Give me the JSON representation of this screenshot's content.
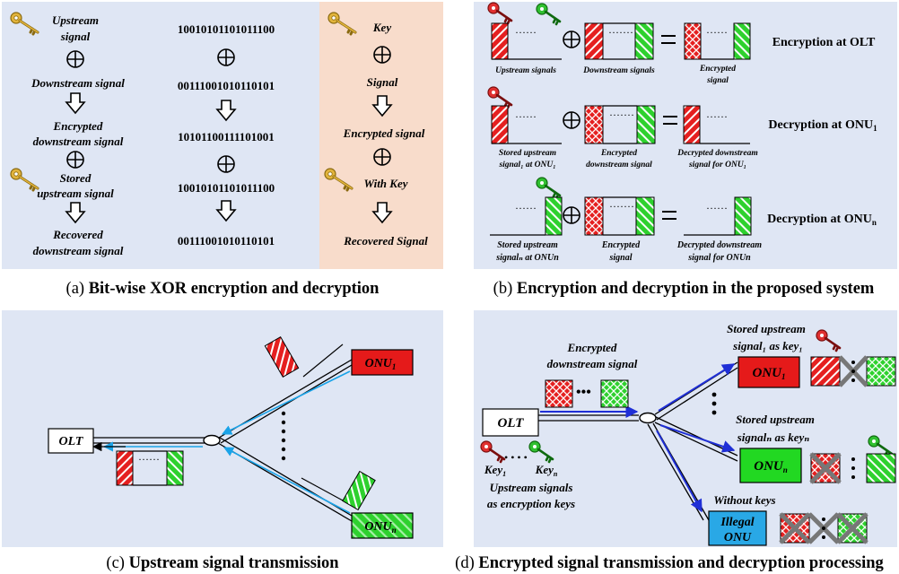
{
  "panel_a": {
    "caption_letter": "(a)",
    "caption": "Bit-wise XOR encryption and decryption",
    "col1": [
      "Upstream",
      "signal",
      "Downstream signal",
      "Encrypted",
      "downstream signal",
      "Stored",
      "upstream signal",
      "Recovered",
      "downstream signal"
    ],
    "col2": [
      "10010101101011100",
      "00111001010110101",
      "10101100111101001",
      "10010101101011100",
      "00111001010110101"
    ],
    "col3": [
      "Key",
      "Signal",
      "Encrypted signal",
      "With Key",
      "Recovered Signal"
    ]
  },
  "panel_b": {
    "caption_letter": "(b)",
    "caption": "Encryption and decryption in the proposed system",
    "rows": [
      {
        "title": "Encryption at OLT",
        "labels": [
          [
            "Upstream signals"
          ],
          [
            "Downstream signals"
          ],
          [
            "Encrypted",
            "signal"
          ]
        ]
      },
      {
        "title": "Decryption at ONU",
        "sub": "1",
        "labels": [
          [
            "Stored upstream",
            "signal₁ at ONU₁"
          ],
          [
            "Encrypted",
            "downstream signal"
          ],
          [
            "Decrypted downstream",
            "signal for ONU₁"
          ]
        ]
      },
      {
        "title": "Decryption at ONU",
        "sub": "n",
        "labels": [
          [
            "Stored upstream",
            "signalₙ at ONUn"
          ],
          [
            "Encrypted",
            "signal"
          ],
          [
            "Decrypted downstream",
            "signal for ONUn"
          ]
        ]
      }
    ]
  },
  "panel_c": {
    "caption_letter": "(c)",
    "caption": "Upstream signal transmission",
    "olt": "OLT",
    "onu1": "ONU",
    "onu1_sub": "1",
    "onun": "ONU",
    "onun_sub": "n"
  },
  "panel_d": {
    "caption_letter": "(d)",
    "caption": "Encrypted signal transmission and decryption processing",
    "olt": "OLT",
    "enc_label": [
      "Encrypted",
      "downstream signal"
    ],
    "key1": "Key",
    "key1_sub": "1",
    "keyn": "Key",
    "keyn_sub": "n",
    "keys_label": [
      "Upstream signals",
      "as encryption keys"
    ],
    "onu1": "ONU",
    "onu1_sub": "1",
    "onun": "ONU",
    "onun_sub": "n",
    "stored1": [
      "Stored upstream",
      "signal₁ as key₁"
    ],
    "storedn": [
      "Stored upstream",
      "signalₙ as keyₙ"
    ],
    "without_keys": "Without keys",
    "illegal": [
      "Illegal",
      "ONU"
    ]
  }
}
